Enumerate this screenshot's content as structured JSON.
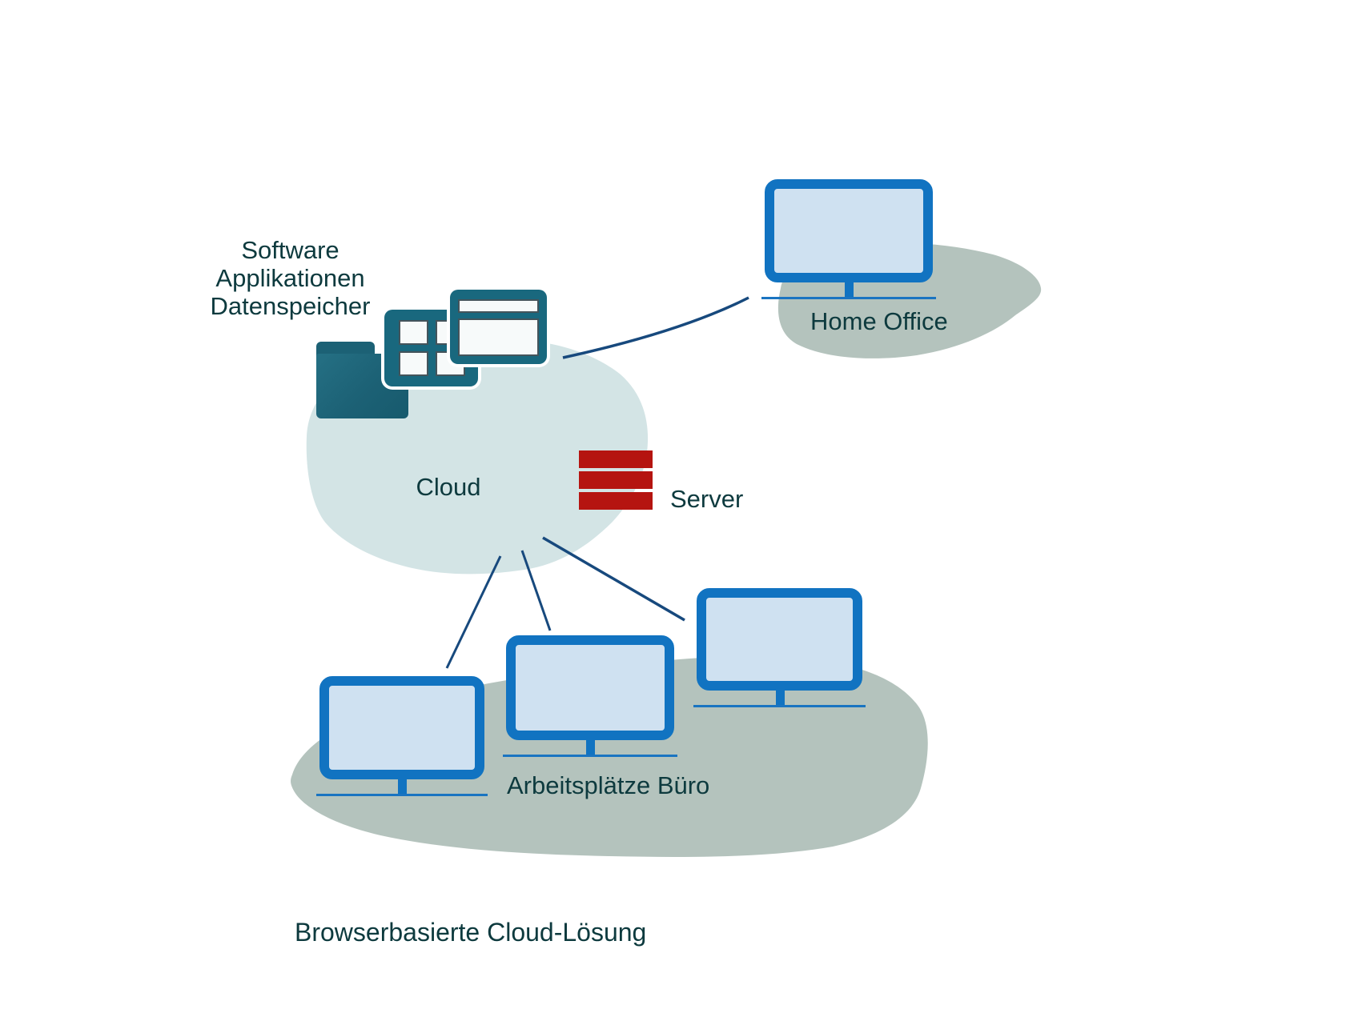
{
  "diagram": {
    "caption": "Browserbasierte Cloud-Lösung",
    "cloud_label": "Cloud",
    "server_label": "Server",
    "home_office_label": "Home Office",
    "office_label": "Arbeitsplätze Büro",
    "software_lines": [
      "Software",
      "Applikationen",
      "Datenspeicher"
    ]
  },
  "icons": [
    "folder-icon",
    "app-grid-icon",
    "browser-window-icon",
    "server-stack-icon",
    "monitor-icon"
  ],
  "colors": {
    "teal_icon": "#1b657a",
    "cloud_fill": "#d3e4e5",
    "shadow_blob_gray": "#b4c3bd",
    "monitor_border_blue": "#1173c1",
    "monitor_screen_blue": "#cfe1f1",
    "server_red": "#b51410",
    "connector_navy": "#17497d",
    "text_dark_teal": "#0d3a3e"
  }
}
